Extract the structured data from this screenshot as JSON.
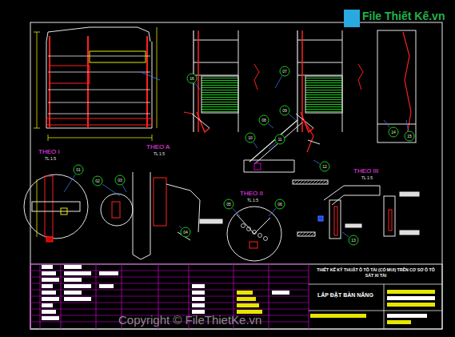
{
  "diagram": {
    "nodes": [
      {
        "text": [
          "THIẾT KẾ KỸ THUẬT Ô TÔ TẢI (CÓ MUI) TRÊN CƠ SỞ Ô TÔ SÁT XI TẢI"
        ]
      },
      {
        "text": [
          "LẮP ĐẶT BÀN NĂNG"
        ]
      }
    ],
    "labels": [
      "File Thiết Kế.vn",
      "THEO I",
      "TL 1:5",
      "THEO A",
      "TL 1:5",
      "THEO II",
      "TL 1:5",
      "THEO III",
      "TL 1:5",
      "01",
      "02",
      "03",
      "04",
      "05",
      "06",
      "07",
      "08",
      "09",
      "10",
      "11",
      "12",
      "13",
      "14",
      "15",
      "16",
      "Copyright © FileThietKe.vn"
    ]
  }
}
